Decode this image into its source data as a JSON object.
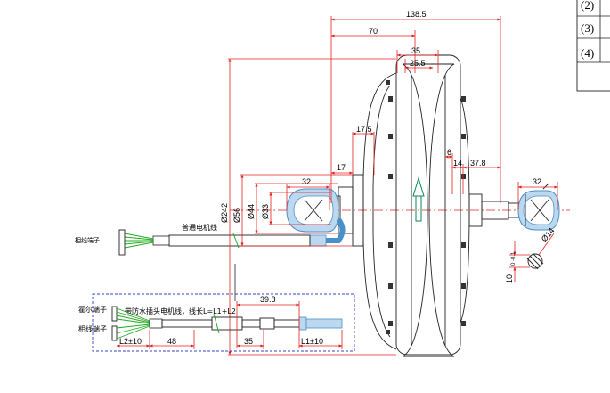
{
  "colors": {
    "dimension": "#e02020",
    "outline": "#222222",
    "hall_wire": "#22aa22",
    "phase_wire": "#22aa22",
    "connector": "#4a90c8",
    "inset_border": "#3344cc"
  },
  "dimensions": {
    "overall_width": "138.5",
    "half_width": "70",
    "hub_width": "35",
    "rim_width": "25.5",
    "stator_offset": "17.5",
    "flange_offset": "17",
    "right_gap_1": "6",
    "right_gap_2": "14",
    "right_axle_length": "37.8",
    "left_nut_width": "32",
    "right_nut_width": "32",
    "rim_diameter": "Ø242",
    "d56": "Ø56",
    "d44": "Ø44",
    "d33": "Ø33",
    "axle_diameter": "Ø14",
    "axle_flat": "10",
    "axle_flat_tol": "0\n-0.1"
  },
  "labels": {
    "standard_cable": "普通电机线",
    "phase_terminal": "相线端子",
    "hall_terminal": "霍尔端子",
    "phase_terminal_2": "相线端子",
    "waterproof_cable": "带防水插头电机线，线长L=L1+L2"
  },
  "inset_dimensions": {
    "plug_length": "39.8",
    "l2": "L2±10",
    "d48": "48",
    "d35": "35",
    "l1": "L1±10"
  },
  "table": {
    "rows": [
      "(2)",
      "(3)",
      "(4)"
    ]
  }
}
